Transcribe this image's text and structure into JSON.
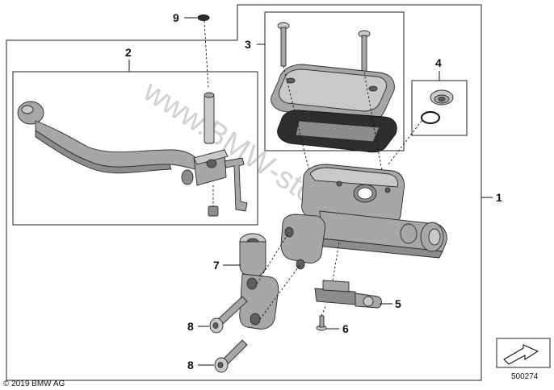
{
  "callouts": {
    "c1": "1",
    "c2": "2",
    "c3": "3",
    "c4": "4",
    "c5": "5",
    "c6": "6",
    "c7": "7",
    "c8a": "8",
    "c8b": "8",
    "c9": "9"
  },
  "footer": {
    "copyright": "© 2019 BMW AG",
    "diagram_number": "500274"
  },
  "watermark": "www.BMW-store.pl",
  "colors": {
    "part_metal": "#a7a7a7",
    "rubber": "#2e2e2e",
    "line": "#111111"
  }
}
